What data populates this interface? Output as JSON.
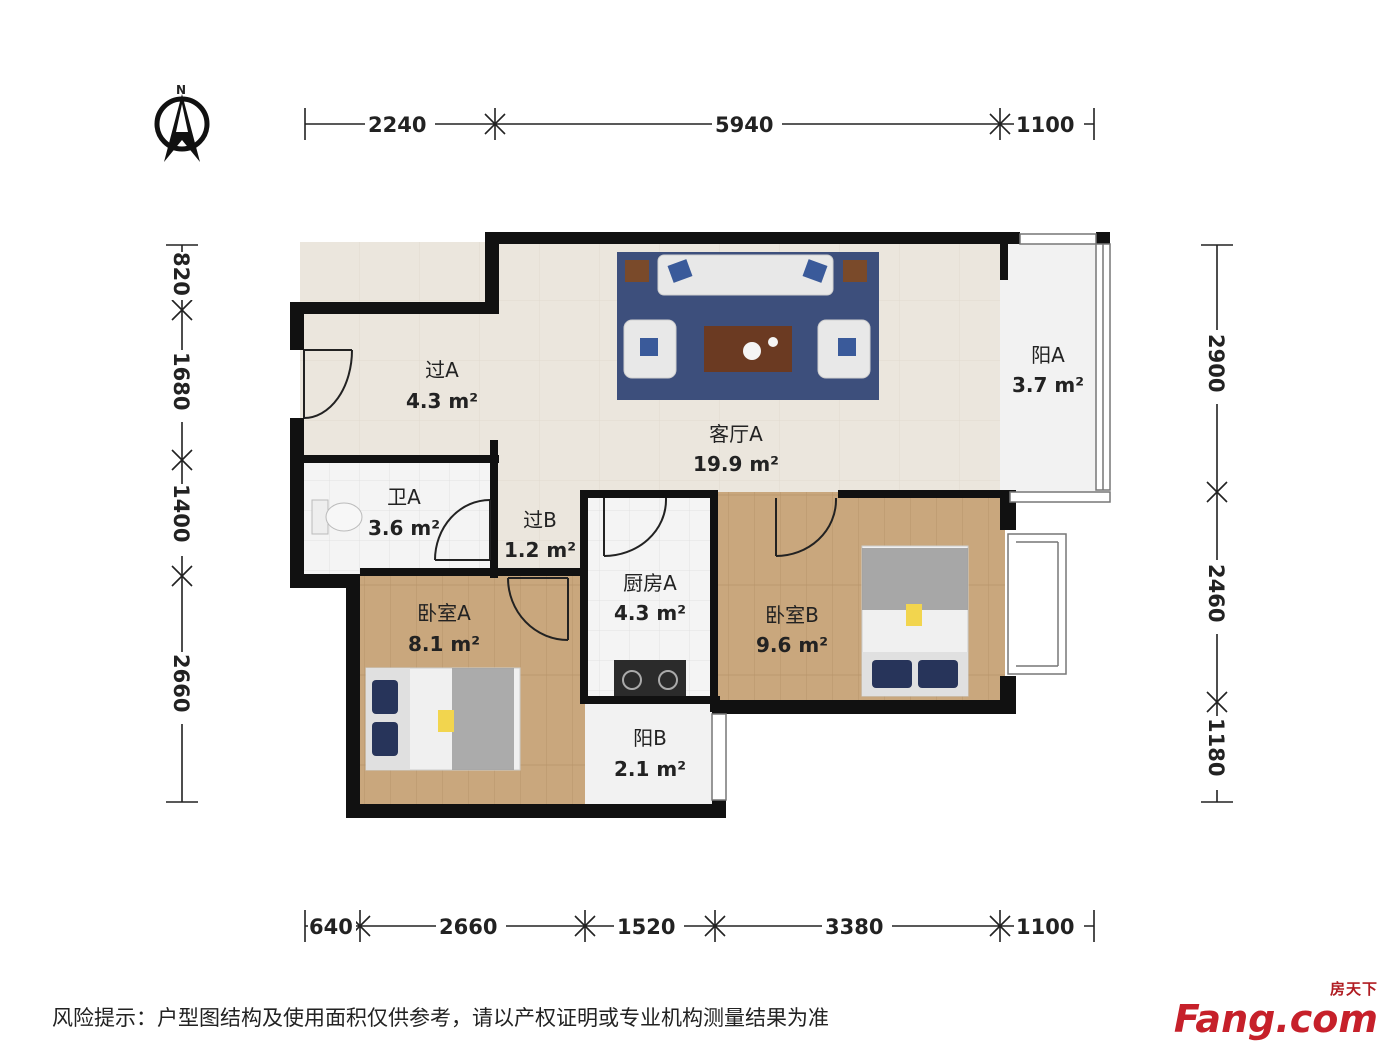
{
  "compass": {
    "label": "N",
    "icon": "north-arrow-icon"
  },
  "rooms": {
    "living": {
      "name": "客厅A",
      "area": "19.9 m²"
    },
    "hallA": {
      "name": "过A",
      "area": "4.3 m²"
    },
    "balconyA": {
      "name": "阳A",
      "area": "3.7 m²"
    },
    "bath": {
      "name": "卫A",
      "area": "3.6 m²"
    },
    "hallB": {
      "name": "过B",
      "area": "1.2 m²"
    },
    "kitchen": {
      "name": "厨房A",
      "area": "4.3 m²"
    },
    "bedroomA": {
      "name": "卧室A",
      "area": "8.1 m²"
    },
    "bedroomB": {
      "name": "卧室B",
      "area": "9.6 m²"
    },
    "balconyB": {
      "name": "阳B",
      "area": "2.1 m²"
    }
  },
  "dimensions": {
    "top": [
      "2240",
      "5940",
      "1100"
    ],
    "bottom": [
      "640",
      "2660",
      "1520",
      "3380",
      "1100"
    ],
    "left": [
      "820",
      "1680",
      "1400",
      "2660"
    ],
    "right": [
      "2900",
      "2460",
      "1180"
    ]
  },
  "disclaimer": "风险提示：户型图结构及使用面积仅供参考，请以产权证明或专业机构测量结果为准",
  "brand": {
    "top": "房天下",
    "main": "Fang.com"
  },
  "colors": {
    "wall": "#111111",
    "wood": "#c9a77d",
    "tile": "#f3f3f3",
    "floor": "#ebe6dd",
    "rug": "#3d4f7c"
  }
}
